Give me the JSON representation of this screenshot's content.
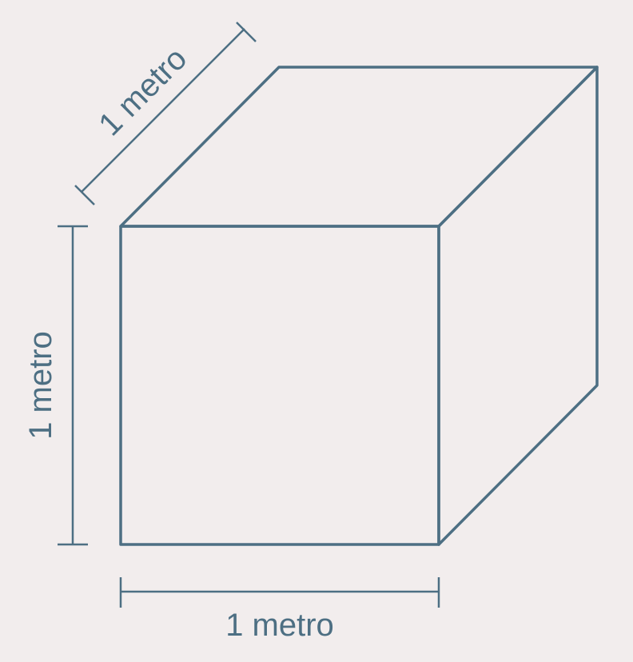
{
  "diagram": {
    "dimensions": {
      "top_depth_label": "1 metro",
      "left_height_label": "1 metro",
      "bottom_width_label": "1 metro"
    },
    "colors": {
      "background": "#f2eded",
      "edge": "#4d6f83",
      "face_fill": "#f2eded",
      "texture_stroke": "#3a3a3a"
    },
    "texture": "cobblestone"
  }
}
